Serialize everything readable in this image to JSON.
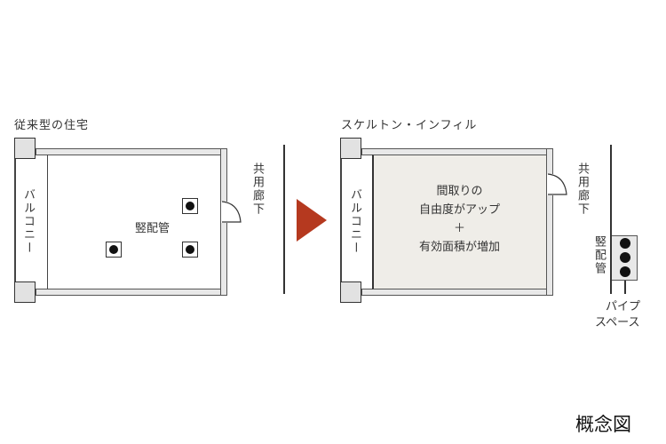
{
  "left_panel": {
    "title": "従来型の住宅",
    "balcony_label": "バルコニー",
    "corridor_label": "共用廊下",
    "pipe_label": "竪配管",
    "room_fill": "#ffffff"
  },
  "arrow": {
    "color": "#b5391f",
    "icon": "triangle-right-icon"
  },
  "right_panel": {
    "title": "スケルトン・インフィル",
    "balcony_label": "バルコニー",
    "corridor_label": "共用廊下",
    "center_lines": [
      "間取りの",
      "自由度がアップ",
      "＋",
      "有効面積が増加"
    ],
    "pipe_label": "竪配管",
    "pipe_space_label_line1": "パイプ",
    "pipe_space_label_line2": "スペース",
    "room_fill": "#efede8"
  },
  "footer": {
    "caption": "概念図"
  }
}
